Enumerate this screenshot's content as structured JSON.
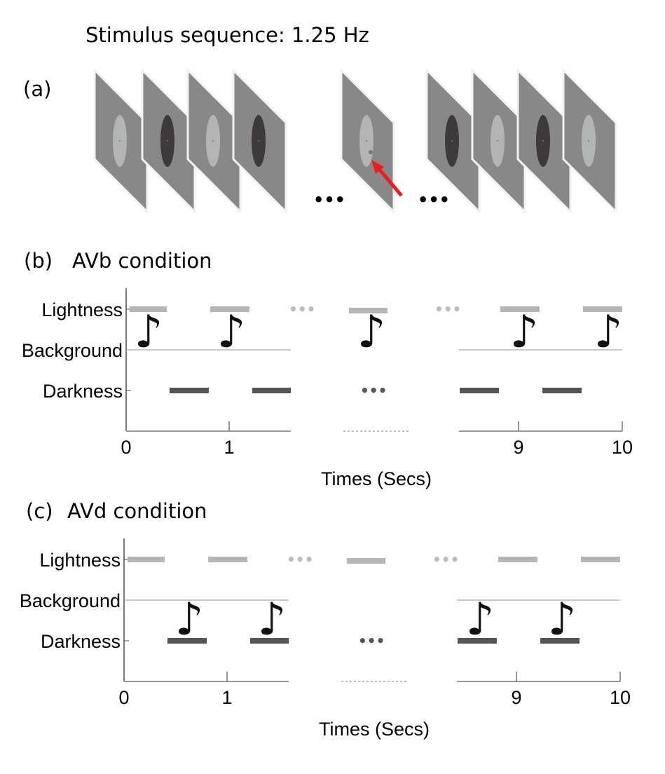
{
  "panel_a": {
    "label": "(a)",
    "title": "Stimulus sequence: 1.25 Hz",
    "ellipsis": "•••",
    "frames": [
      "light",
      "dark",
      "light",
      "dark",
      "light-target",
      "dark",
      "light",
      "dark",
      "light"
    ],
    "colors": {
      "frame": "#888888",
      "light": "#b3b5b5",
      "dark": "#3e3a3a",
      "arrow": "#ee1c1c"
    }
  },
  "panel_b": {
    "label": "(b)",
    "title": "AVb condition",
    "rows": [
      "Lightness",
      "Background",
      "Darkness"
    ],
    "ticks": [
      "0",
      "1",
      "9",
      "10"
    ],
    "xlabel": "Times (Secs)",
    "ellipsis": "•••",
    "note_icon": "♪"
  },
  "panel_c": {
    "label": "(c)",
    "title": "AVd condition",
    "rows": [
      "Lightness",
      "Background",
      "Darkness"
    ],
    "ticks": [
      "0",
      "1",
      "9",
      "10"
    ],
    "xlabel": "Times (Secs)",
    "ellipsis": "•••",
    "note_icon": "♪"
  }
}
